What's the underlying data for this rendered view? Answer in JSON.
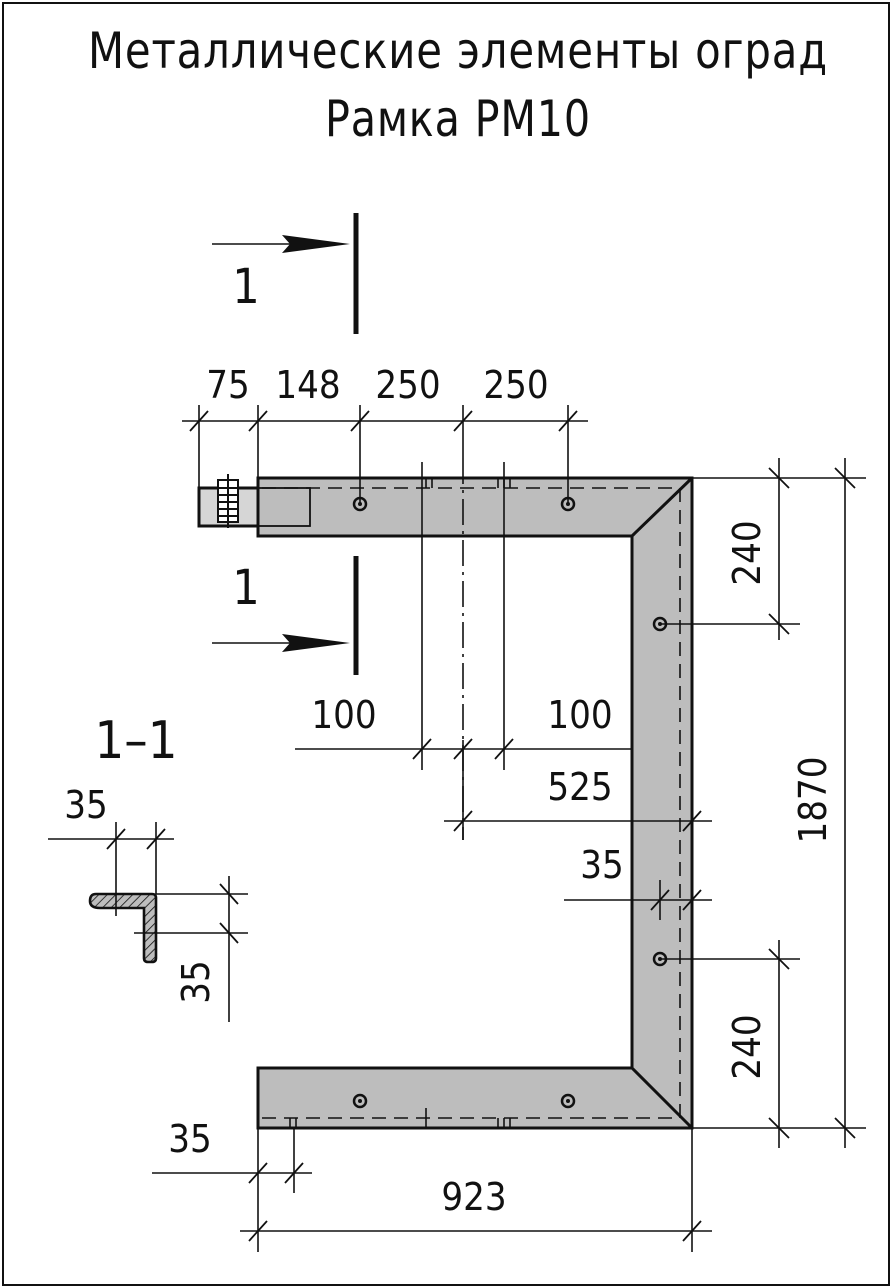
{
  "title": {
    "line1": "Металлические элементы оград",
    "line2": "Рамка РМ10"
  },
  "section": {
    "marker_top": "1",
    "marker_bottom": "1",
    "label": "1–1",
    "profile_width": "35",
    "profile_height": "35"
  },
  "dimensions": {
    "top_75": "75",
    "top_148": "148",
    "top_250_a": "250",
    "top_250_b": "250",
    "right_240_top": "240",
    "right_240_bottom": "240",
    "right_1870": "1870",
    "inner_100_left": "100",
    "inner_100_right": "100",
    "inner_525": "525",
    "inner_35": "35",
    "bottom_35": "35",
    "bottom_923": "923"
  }
}
